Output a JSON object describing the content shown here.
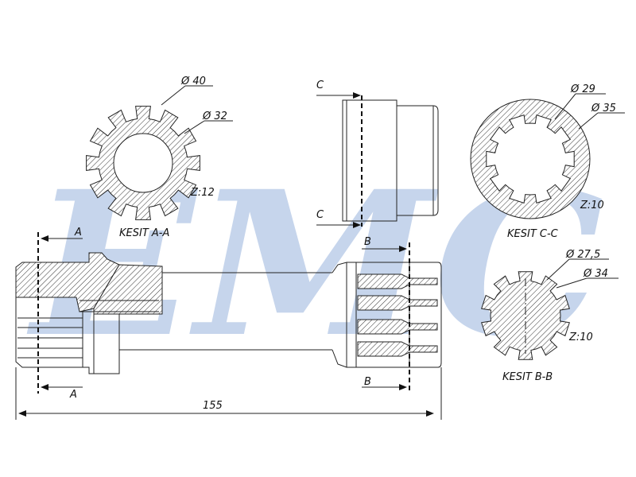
{
  "watermark": "EMC",
  "section_aa": {
    "title": "KESIT A-A",
    "dia_outer": "Ø 40",
    "dia_inner": "Ø 32",
    "teeth": "Z:12"
  },
  "section_cc": {
    "title": "KESIT C-C",
    "dia_inner": "Ø 29",
    "dia_outer": "Ø 35",
    "teeth": "Z:10"
  },
  "section_bb": {
    "title": "KESIT B-B",
    "dia_inner": "Ø 27,5",
    "dia_outer": "Ø 34",
    "teeth": "Z:10"
  },
  "cut_marks": {
    "a_top": "A",
    "a_bottom": "A",
    "b_top": "B",
    "b_bottom": "B",
    "c_top": "C",
    "c_bottom": "C"
  },
  "dimension_length": "155"
}
